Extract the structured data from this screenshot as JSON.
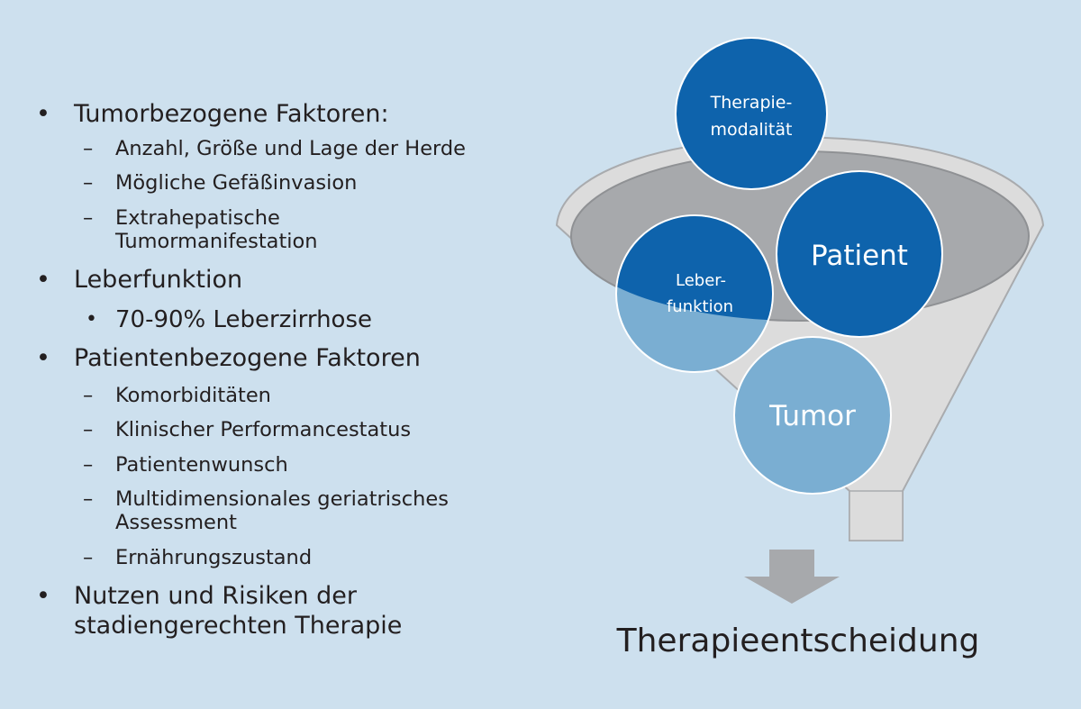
{
  "factors": {
    "tumor_heading": "Tumorbezogene Faktoren:",
    "tumor_items": [
      "Anzahl, Größe und Lage der Herde",
      "Mögliche Gefäßinvasion",
      "Extrahepatische",
      "Tumormanifestation"
    ],
    "liver_heading": "Leberfunktion",
    "liver_sub": "70-90% Leberzirrhose",
    "patient_heading": "Patientenbezogene Faktoren",
    "patient_items": [
      "Komorbiditäten",
      "Klinischer Performancestatus",
      "Patientenwunsch",
      "Multidimensionales geriatrisches",
      "Assessment",
      "Ernährungszustand"
    ],
    "benefit_line1": "Nutzen und Risiken der",
    "benefit_line2": "stadiengerechten Therapie",
    "bullet": "•",
    "dash": "–"
  },
  "funnel": {
    "circle_modality_line1": "Therapie-",
    "circle_modality_line2": "modalität",
    "circle_patient": "Patient",
    "circle_liver_line1": "Leber-",
    "circle_liver_line2": "funktion",
    "circle_tumor": "Tumor",
    "result": "Therapieentscheidung"
  },
  "colors": {
    "background": "#cde0ee",
    "circle_dark": "#0e63ac",
    "circle_light": "#7aaed2",
    "funnel_fill": "#dcdcdc",
    "funnel_rim": "#a9abae",
    "arrow": "#a7a9ac"
  }
}
